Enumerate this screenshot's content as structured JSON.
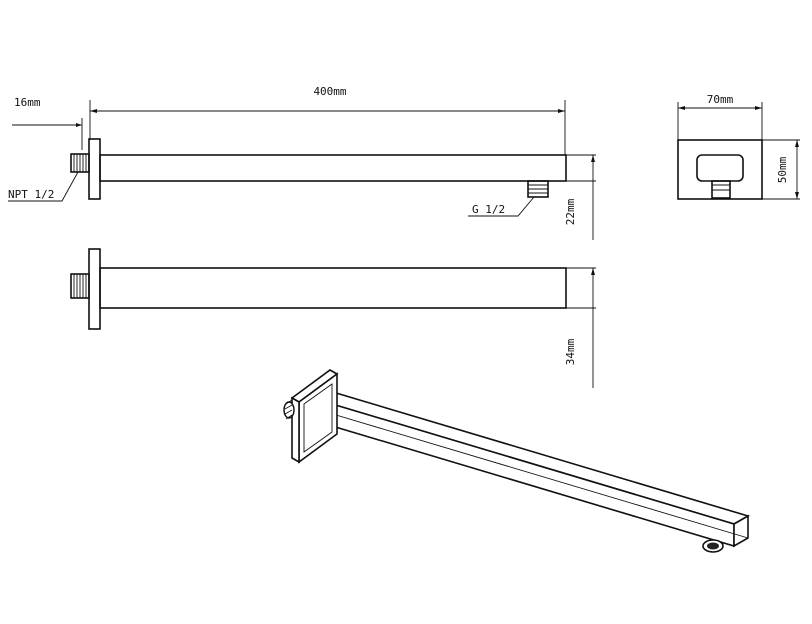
{
  "labels": {
    "length": "400mm",
    "flange": "16mm",
    "inlet_thread": "NPT 1/2",
    "outlet_thread": "G 1/2",
    "height_small": "22mm",
    "height_large": "34mm",
    "width": "70mm",
    "depth": "50mm"
  }
}
